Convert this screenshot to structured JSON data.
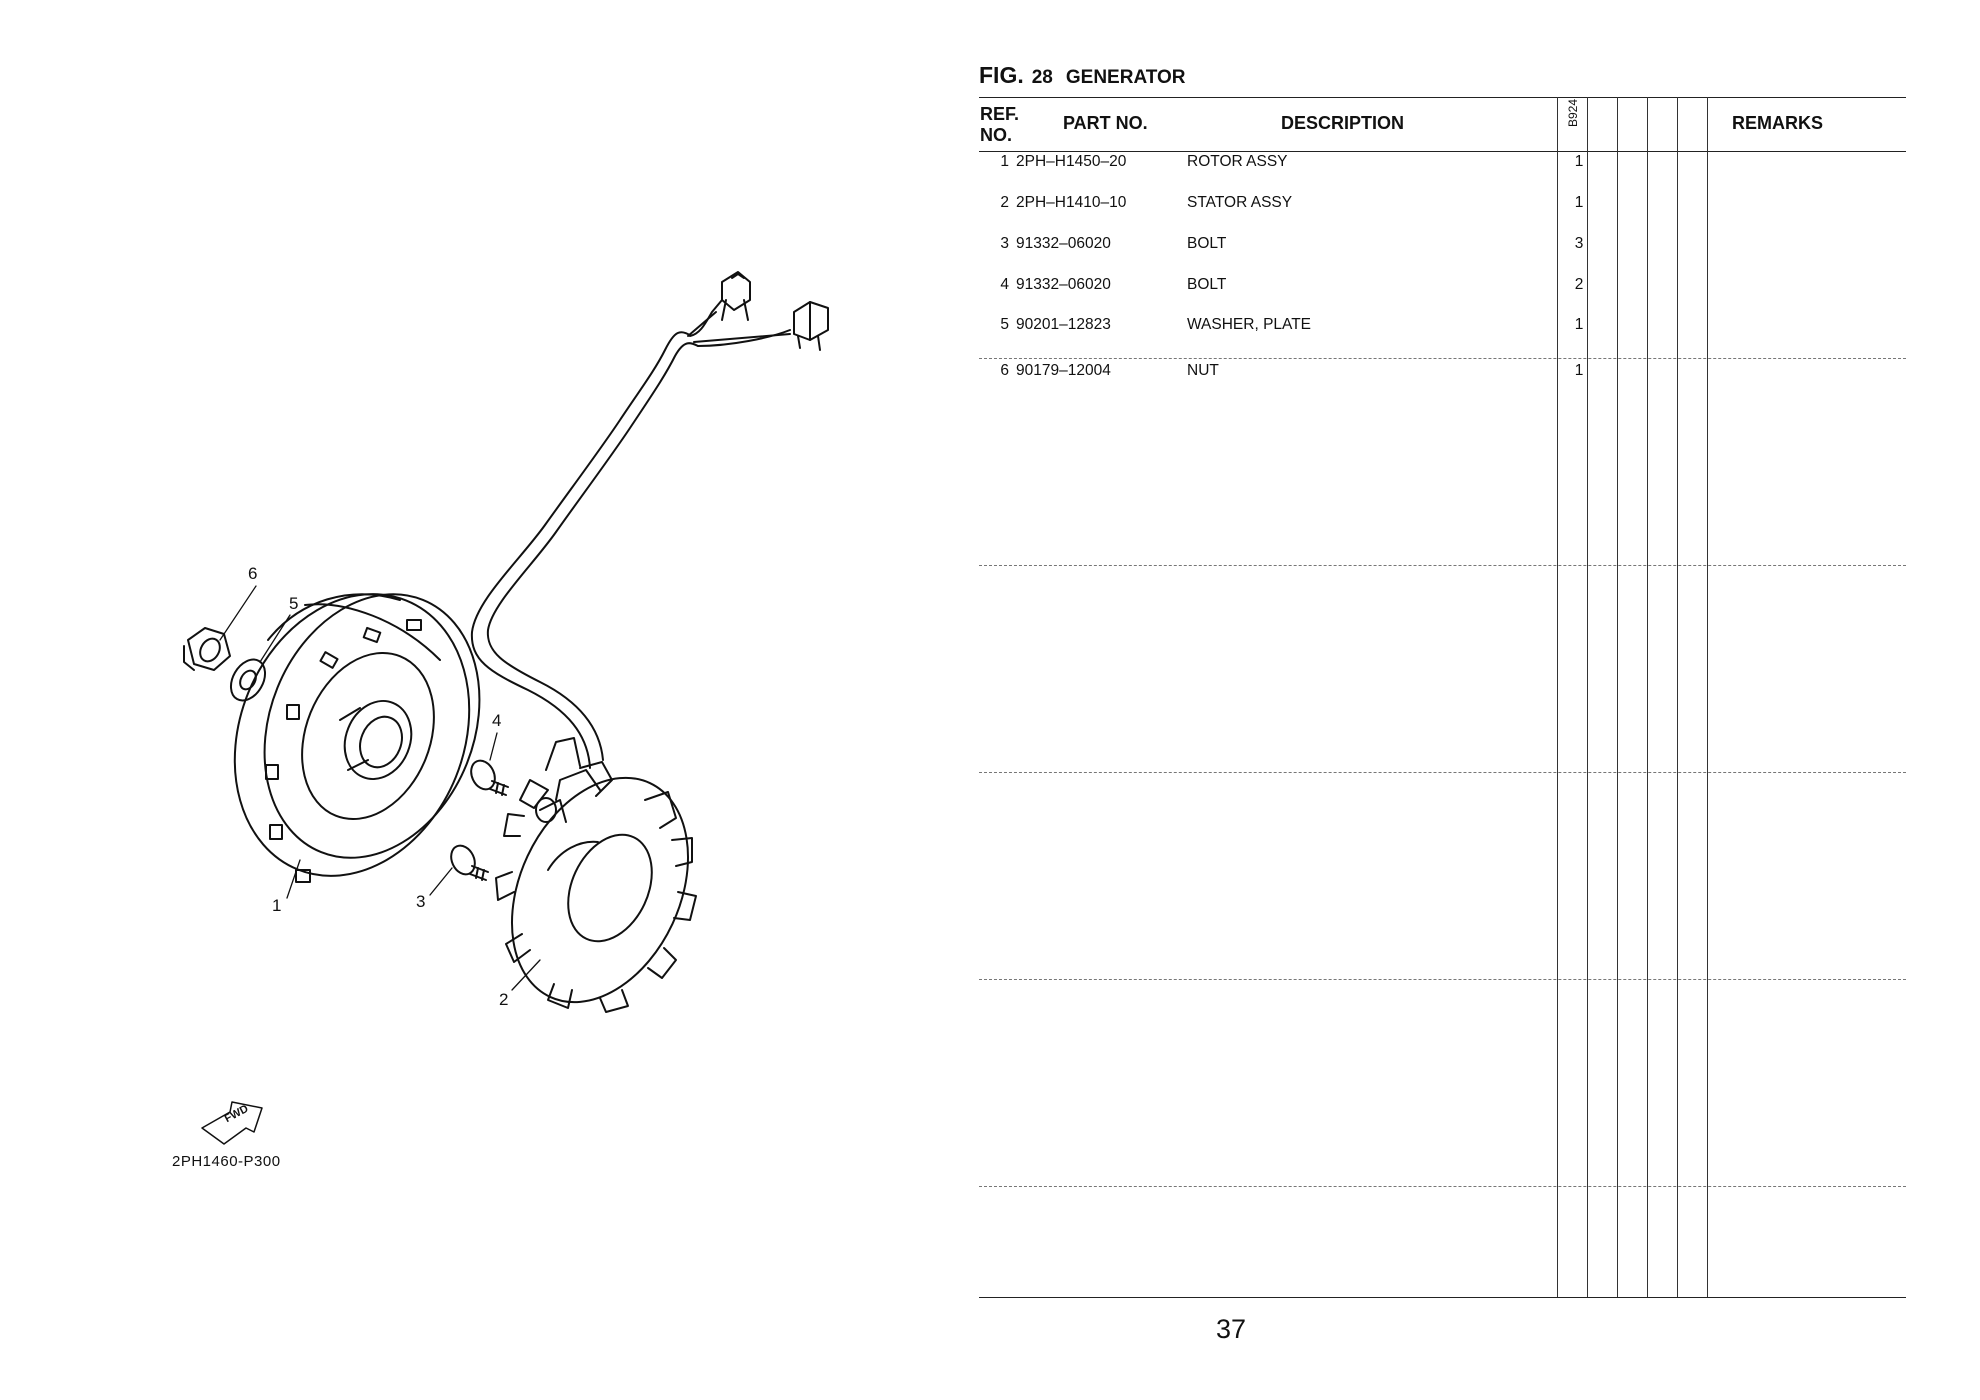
{
  "diagram": {
    "callouts": [
      "1",
      "2",
      "3",
      "4",
      "5",
      "6"
    ],
    "fwd_label": "FWD",
    "code": "2PH1460-P300"
  },
  "figure": {
    "prefix": "FIG.",
    "number": "28",
    "name": "GENERATOR"
  },
  "table": {
    "headers": {
      "ref_line1": "REF.",
      "ref_line2": "NO.",
      "part_no": "PART NO.",
      "description": "DESCRIPTION",
      "model": "B924",
      "remarks": "REMARKS"
    },
    "rows": [
      {
        "ref": "1",
        "part_no": "2PH–H1450–20",
        "description": "ROTOR ASSY",
        "qty": "1"
      },
      {
        "ref": "2",
        "part_no": "2PH–H1410–10",
        "description": "STATOR ASSY",
        "qty": "1"
      },
      {
        "ref": "3",
        "part_no": "91332–06020",
        "description": "BOLT",
        "qty": "3"
      },
      {
        "ref": "4",
        "part_no": "91332–06020",
        "description": "BOLT",
        "qty": "2"
      },
      {
        "ref": "5",
        "part_no": "90201–12823",
        "description": "WASHER, PLATE",
        "qty": "1"
      },
      {
        "ref": "6",
        "part_no": "90179–12004",
        "description": "NUT",
        "qty": "1"
      }
    ]
  },
  "page_number": "37"
}
